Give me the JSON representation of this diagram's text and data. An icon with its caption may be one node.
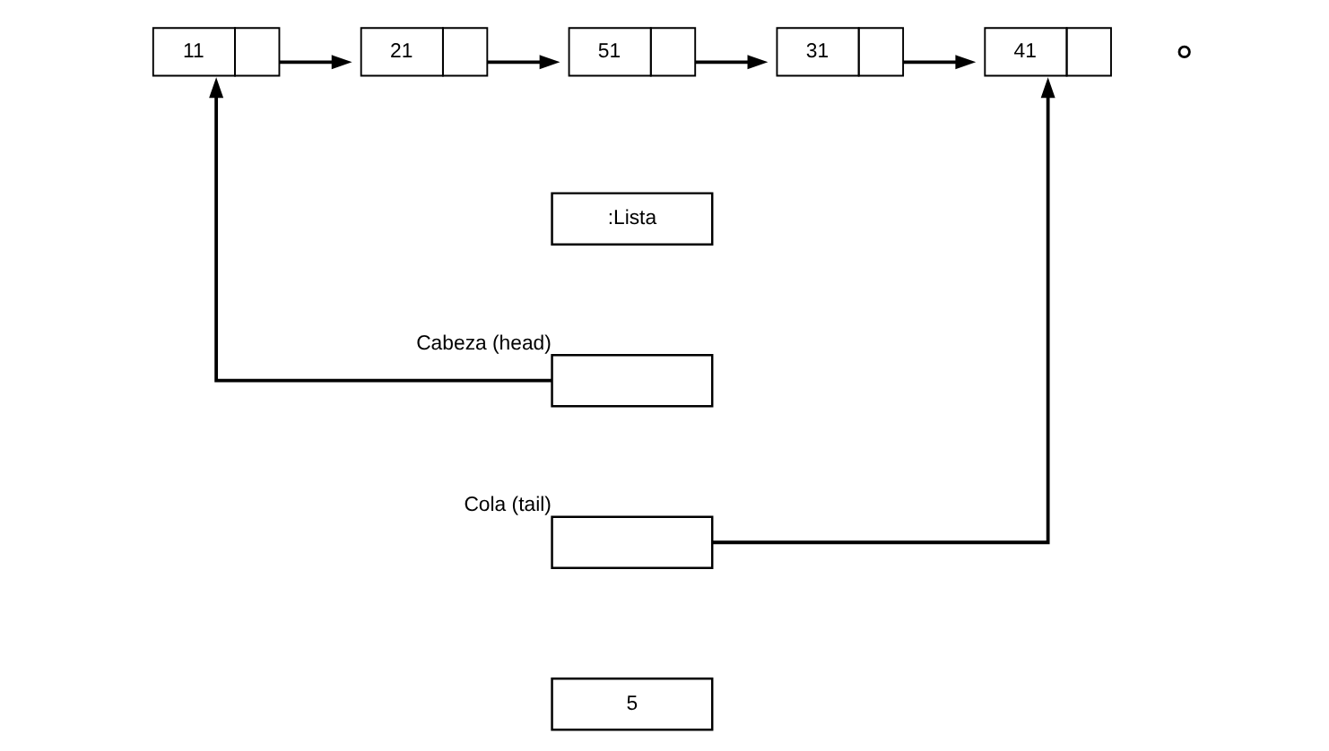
{
  "diagram": {
    "nodes": [
      {
        "text": [
          "11"
        ]
      },
      {
        "text": [
          "21"
        ]
      },
      {
        "text": [
          "51"
        ]
      },
      {
        "text": [
          "31"
        ]
      },
      {
        "text": [
          "41"
        ]
      },
      {
        "text": [],
        "shape": "circle"
      },
      {
        "text": [
          ":Lista"
        ]
      },
      {
        "text": [],
        "shape": "box",
        "beside": [
          "Cabeza (head)"
        ]
      },
      {
        "text": [],
        "shape": "box",
        "beside": [
          "Cola (tail)"
        ]
      },
      {
        "text": [
          "5"
        ]
      }
    ],
    "edges": [
      {
        "from": 0,
        "to": 1,
        "arrow": "to"
      },
      {
        "from": 1,
        "to": 2,
        "arrow": "to"
      },
      {
        "from": 2,
        "to": 3,
        "arrow": "to"
      },
      {
        "from": 3,
        "to": 4,
        "arrow": "to"
      },
      {
        "from": 7,
        "to": 0,
        "arrow": "to"
      },
      {
        "from": 8,
        "to": 4,
        "arrow": "to"
      }
    ]
  }
}
